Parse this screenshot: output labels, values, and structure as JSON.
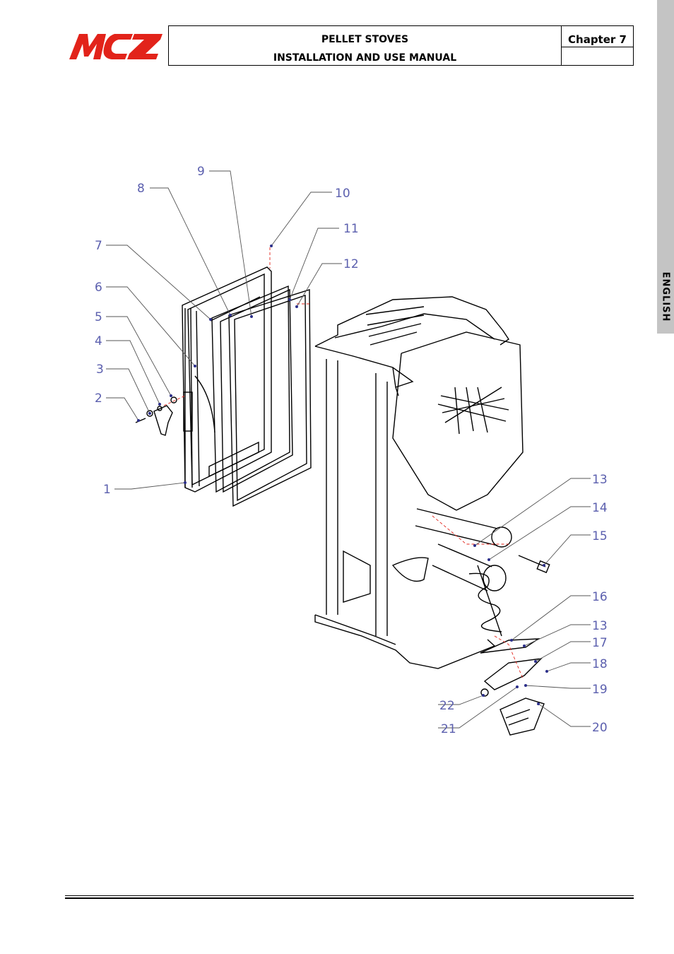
{
  "header": {
    "logo_text": "MCZ",
    "title_line1": "PELLET STOVES",
    "title_line2": "INSTALLATION AND USE MANUAL",
    "chapter": "Chapter 7"
  },
  "side_tab": {
    "label": "ENGLISH"
  },
  "callouts": [
    "1",
    "2",
    "3",
    "4",
    "5",
    "6",
    "7",
    "8",
    "9",
    "10",
    "11",
    "12",
    "13",
    "14",
    "15",
    "16",
    "13",
    "17",
    "18",
    "19",
    "20",
    "21",
    "22"
  ],
  "colors": {
    "logo_red": "#e2231a",
    "callout_blue": "#5b5fae",
    "leader_line": "#555555",
    "side_tab": "#c4c4c4"
  }
}
